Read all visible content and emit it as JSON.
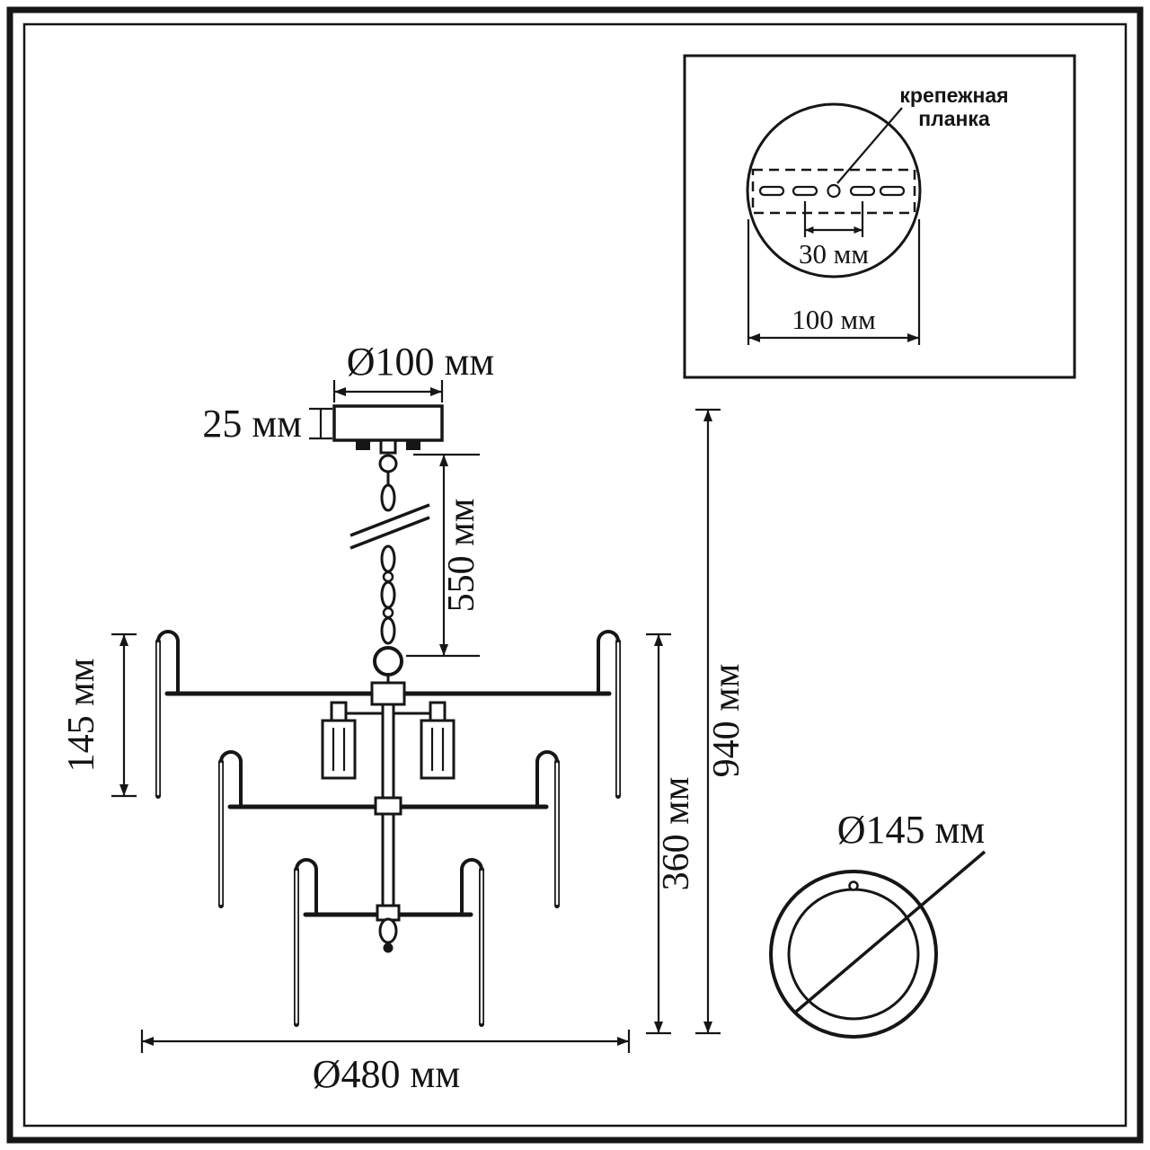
{
  "drawing": {
    "type": "chandelier dimension drawing",
    "line_color": "#161616",
    "background": "#ffffff"
  },
  "dimensions": {
    "canopy_diameter": "Ø100 мм",
    "canopy_height": "25 мм",
    "suspension_length": "550 мм",
    "pendant_length": "145 мм",
    "body_height": "360 мм",
    "total_height": "940 мм",
    "fixture_diameter": "Ø480 мм",
    "shade_diameter": "Ø145 мм"
  },
  "inset": {
    "callout_line1": "крепежная",
    "callout_line2": "планка",
    "hole_spacing": "30 мм",
    "plate_width": "100 мм"
  }
}
